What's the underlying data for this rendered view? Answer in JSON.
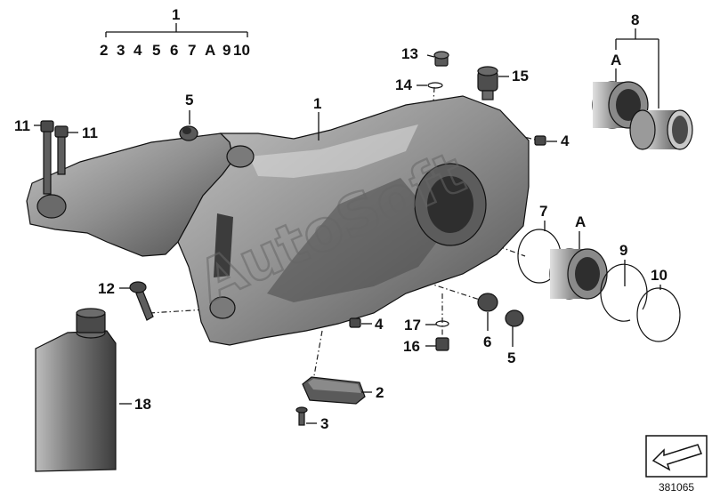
{
  "diagram": {
    "group_header": {
      "label": "1",
      "members": [
        "2",
        "3",
        "4",
        "5",
        "6",
        "7",
        "A",
        "9",
        "10"
      ]
    },
    "callouts": {
      "housing": "1",
      "cover": "2",
      "cover_screw": "3",
      "plug_right": "4",
      "plug_lower": "4",
      "cap_left": "5",
      "cap_right": "5",
      "bush": "6",
      "seal_ring": "7",
      "bearing_set": "8",
      "circlip": "9",
      "ring": "10",
      "bolt_a": "11",
      "bolt_b": "11",
      "screw_12": "12",
      "plug_13": "13",
      "oring_14": "14",
      "breather_15": "15",
      "plug_16": "16",
      "oring_17": "17",
      "oil_18": "18",
      "bearing_a_top": "A",
      "bearing_a_mid": "A"
    },
    "watermark": "AutoSoft",
    "reference_number": "381065",
    "colors": {
      "ink": "#111111",
      "part_fill": "#8c8c8c",
      "part_dark": "#5a5a5a",
      "part_light": "#b5b5b5",
      "background": "#ffffff"
    }
  }
}
